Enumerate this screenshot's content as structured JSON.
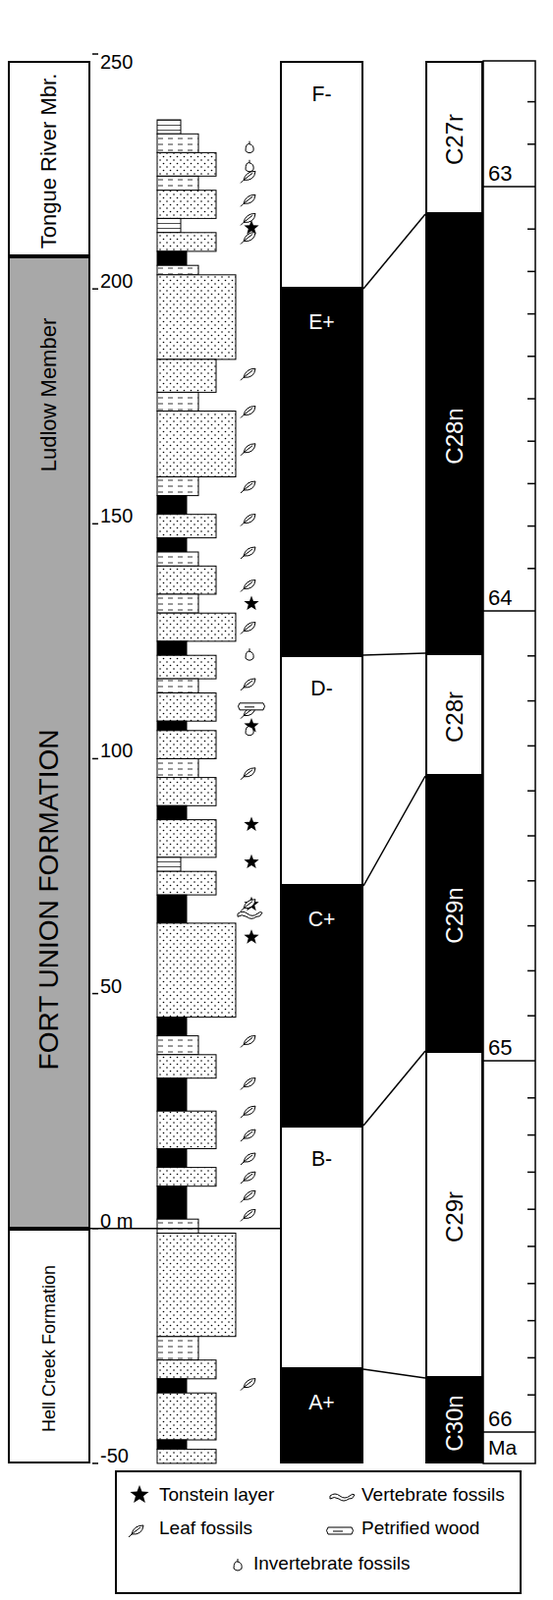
{
  "diagram": {
    "nodes": [
      {
        "text": [
          "Tongue River Mbr."
        ]
      },
      {
        "text": [
          "Ludlow Member",
          "FORT UNION FORMATION"
        ]
      },
      {
        "text": [
          "Hell Creek Formation"
        ]
      },
      {
        "text": [
          "F-"
        ]
      },
      {
        "text": [
          "E+"
        ]
      },
      {
        "text": [
          "D-"
        ]
      },
      {
        "text": [
          "C+"
        ]
      },
      {
        "text": [
          "B-"
        ]
      },
      {
        "text": [
          "A+"
        ]
      },
      {
        "text": [
          "C27r"
        ]
      },
      {
        "text": [
          "C28n"
        ]
      },
      {
        "text": [
          "C28r"
        ]
      },
      {
        "text": [
          "C29n"
        ]
      },
      {
        "text": [
          "C29r"
        ]
      },
      {
        "text": [
          "C30n"
        ]
      }
    ],
    "labels": [
      "250",
      "200",
      "150",
      "100",
      "50",
      "0 m",
      "-50",
      "63",
      "64",
      "65",
      "66",
      "Ma"
    ],
    "legend": [
      {
        "text": "Tonstein layer"
      },
      {
        "text": "Vertebrate fossils"
      },
      {
        "text": "Leaf fossils"
      },
      {
        "text": "Petrified wood"
      },
      {
        "text": "Invertebrate fossils"
      }
    ]
  }
}
